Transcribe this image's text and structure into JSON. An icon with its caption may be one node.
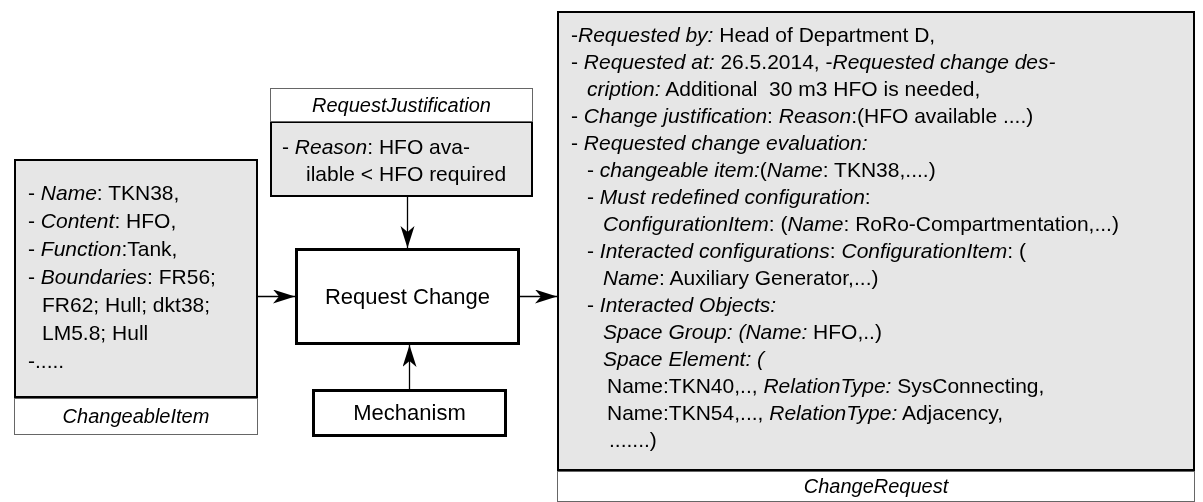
{
  "diagram": {
    "nodes": [
      {
        "text": [
          "RequestJustification",
          "- *Reason*: HFO ava-",
          "ilable < HFO required"
        ]
      },
      {
        "text": [
          "- *Name*: TKN38,",
          "- *Content*: HFO,",
          "- *Function*:Tank,",
          "- *Boundaries*: FR56;",
          "FR62; Hull; dkt38;",
          "LM5.8; Hull",
          "-.....",
          "ChangeableItem"
        ]
      },
      {
        "text": [
          "Request Change"
        ]
      },
      {
        "text": [
          "Mechanism"
        ]
      },
      {
        "text": [
          "-*Requested by:* Head of Department D,",
          "- *Requested at:* 26.5.2014, -*Requested change des-*",
          "*cription:* Additional  30 m3 HFO is needed,",
          "- *Change justification*: *Reason*:(HFO available ....)",
          "- *Requested change evaluation:*",
          "- *changeable item:*(*Name*: TKN38,....)",
          "- *Must redefined configuration*:",
          "*ConfigurationItem*: (*Name*: RoRo-Compartmentation,...)",
          "- *Interacted configurations*: *ConfigurationItem*: (",
          "*Name*: Auxiliary Generator,...)",
          "- *Interacted Objects:*",
          "*Space Group: (Name:* HFO,..)",
          "*Space Element: (*",
          "Name:TKN40,.., *RelationType:* SysConnecting,",
          "Name:TKN54,..., *RelationType:* Adjacency,",
          ".......)",
          "ChangeRequest"
        ]
      }
    ],
    "edges": [
      {
        "from": 1,
        "to": 2,
        "arrow": "to"
      },
      {
        "from": 0,
        "to": 2,
        "arrow": "to"
      },
      {
        "from": 3,
        "to": 2,
        "arrow": "to"
      },
      {
        "from": 2,
        "to": 4,
        "arrow": "to"
      }
    ]
  }
}
